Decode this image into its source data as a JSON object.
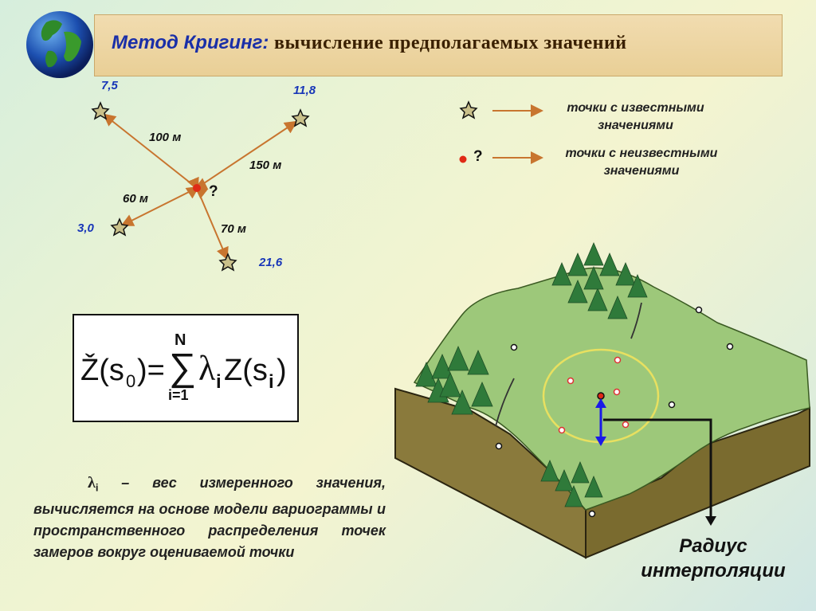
{
  "title": {
    "method": "Метод Кригинг:",
    "rest": "вычисление предполагаемых значений"
  },
  "diagram": {
    "values": {
      "top_left": "7,5",
      "top_right": "11,8",
      "left": "3,0",
      "bottom": "21,6"
    },
    "distances": {
      "d1": "100 м",
      "d2": "150 м",
      "d3": "60 м",
      "d4": "70 м"
    },
    "unknown_mark": "?"
  },
  "legend": {
    "known": "точки с известными значениями",
    "unknown_mark": "?",
    "unknown": "точки с неизвестными значениями"
  },
  "formula": {
    "lhs": "Ž(s",
    "sub0": "0",
    "eq": ")=",
    "upper": "N",
    "lower": "i=1",
    "lambda": "λ",
    "sub_i": "i",
    "z": "Z(s",
    "sub_i2": "i",
    "close": ")"
  },
  "description": {
    "lambda": "λ",
    "sub": "i",
    "text": "– вес измеренного значения, вычисляется на основе модели вариограммы и пространственного распределения точек замеров вокруг оцениваемой точки"
  },
  "radius_label": "Радиус интерполяции",
  "colors": {
    "title_blue": "#1a2fa8",
    "value_blue": "#1836b8",
    "arrow": "#c8752f",
    "unknown_point": "#e02a16"
  }
}
